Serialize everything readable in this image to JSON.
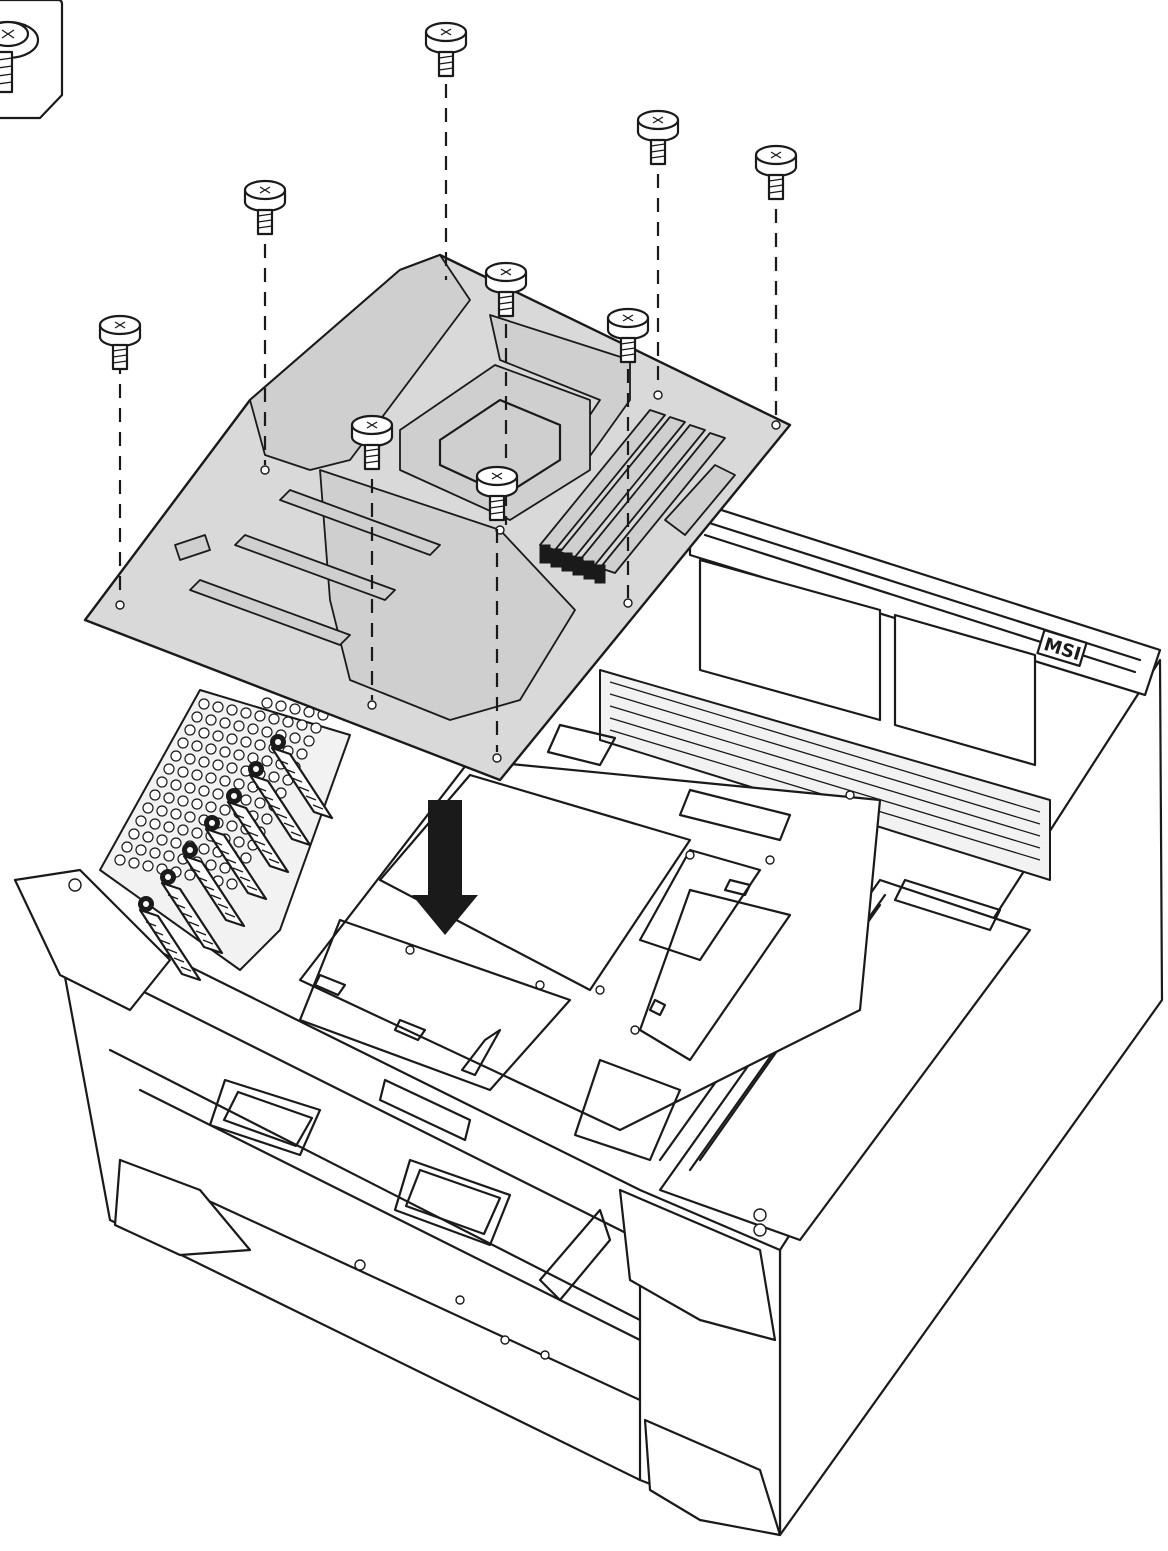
{
  "figure": {
    "case_logo_text": "MSI",
    "callout": "screw-callout",
    "arrow": "down-arrow-icon",
    "screw_count": 9
  },
  "colors": {
    "line": "#1a1a1a",
    "board_fill": "#d9d9d9",
    "background": "#ffffff"
  }
}
